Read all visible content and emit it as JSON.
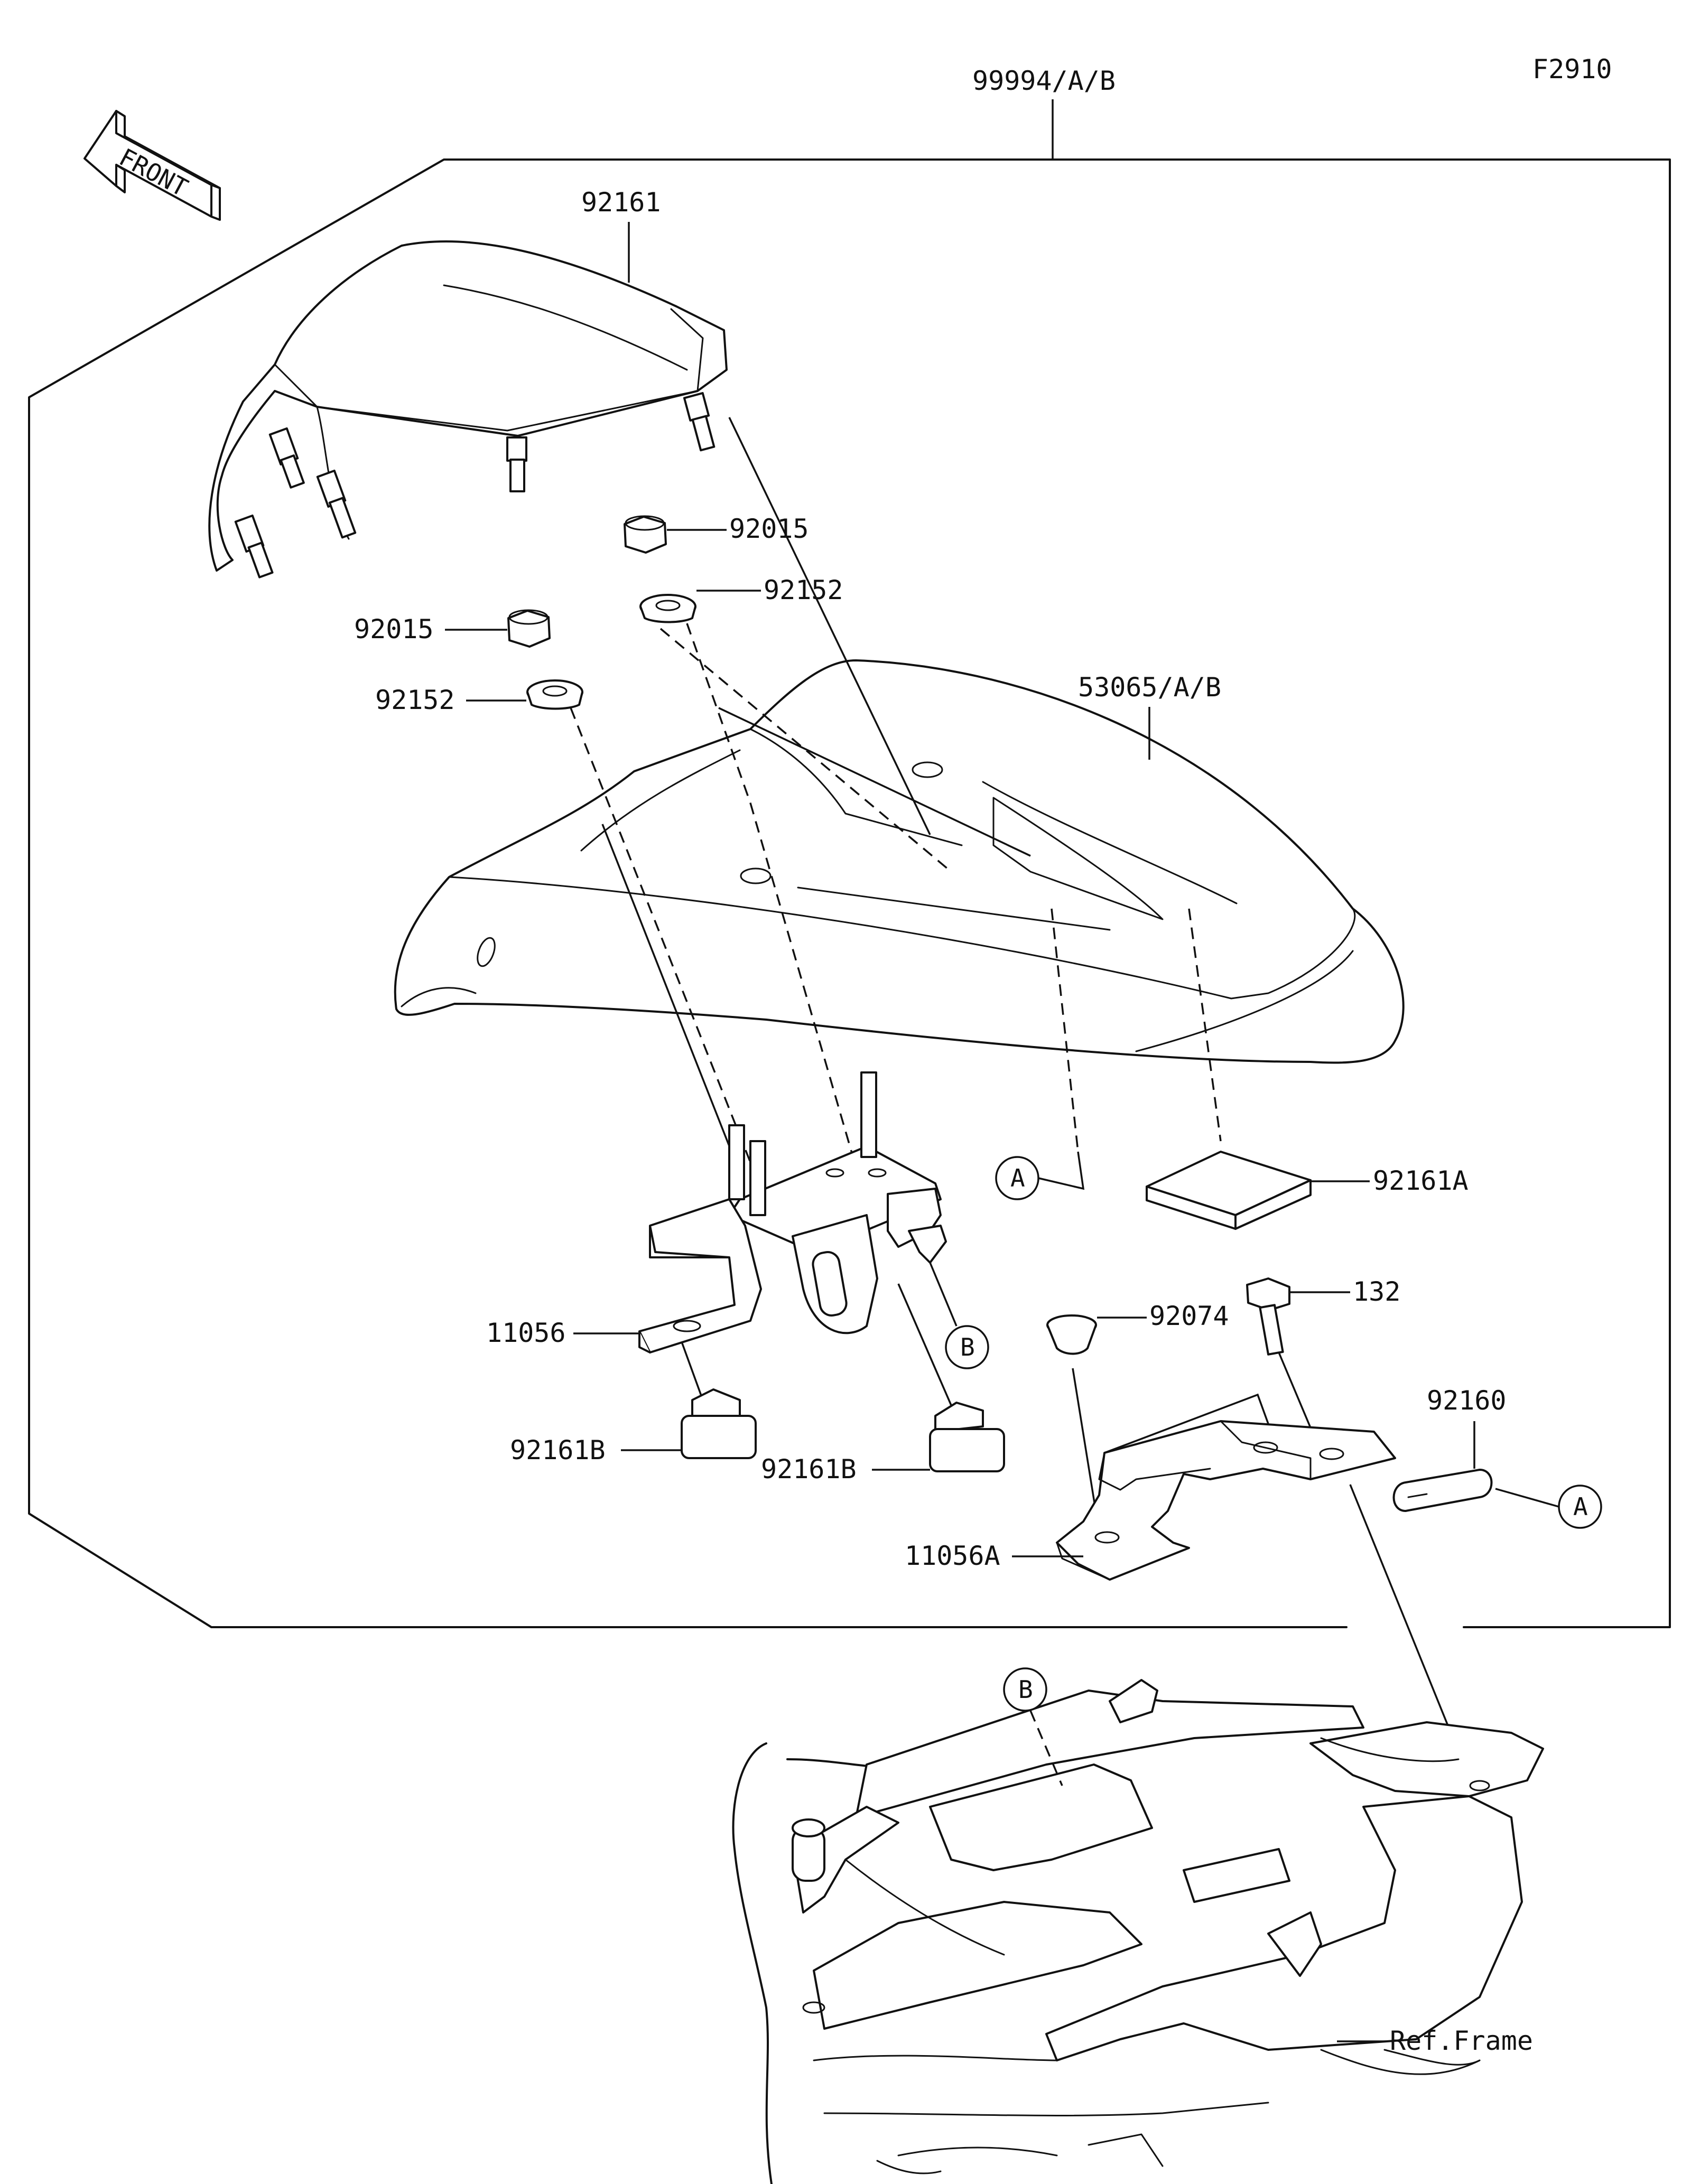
{
  "figure_id": "F2910",
  "kit_label": "99994/A/B",
  "front_label": "FRONT",
  "parts": {
    "seat_cover": "92161",
    "nut_upper": "92015",
    "washer_upper": "92152",
    "nut_left": "92015",
    "washer_left": "92152",
    "cowl": "53065/A/B",
    "pad_a": "92161A",
    "bracket": "11056",
    "damper_left": "92161B",
    "damper_right": "92161B",
    "grommet": "92074",
    "bolt": "132",
    "tape": "92160",
    "bracket_a": "11056A",
    "ref_frame": "Ref.Frame"
  },
  "callouts": {
    "a_cowl": "A",
    "b_bracket": "B",
    "a_tape": "A",
    "b_frame": "B"
  }
}
